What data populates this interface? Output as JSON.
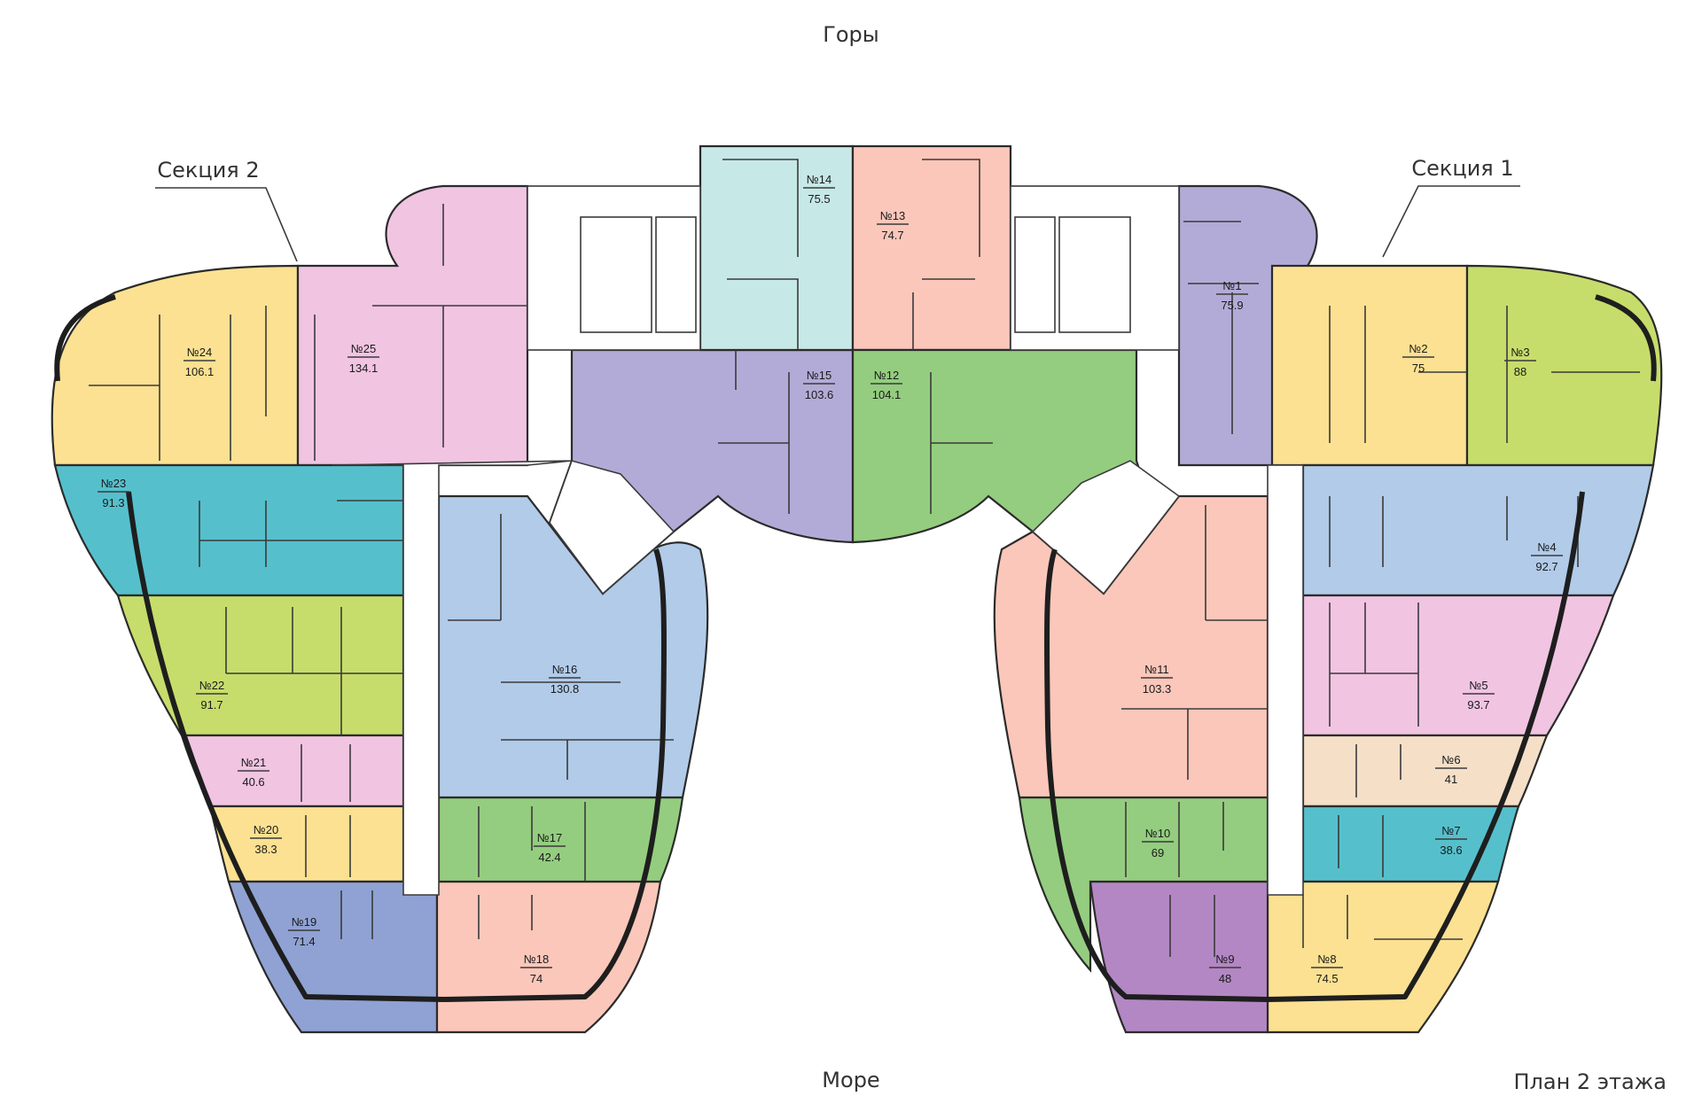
{
  "labels": {
    "top": "Горы",
    "bottom": "Море",
    "section_left": "Секция 2",
    "section_right": "Секция 1",
    "plan_title": "План 2 этажа"
  },
  "colors": {
    "yellow": "#fbe191",
    "pink": "#f1c4e2",
    "teal": "#55c0cc",
    "lime": "#c6dd6b",
    "navy": "#8fa2d3",
    "salmon": "#fbc7ba",
    "lightblue": "#b1cbe9",
    "green": "#94cd7f",
    "purple": "#b3abd7",
    "mint": "#c6e8e6",
    "beige": "#f5dfc7",
    "magenta": "#b387c4"
  },
  "apartments": [
    {
      "no": "№1",
      "area": "75.9",
      "color": "purple"
    },
    {
      "no": "№2",
      "area": "75",
      "color": "yellow"
    },
    {
      "no": "№3",
      "area": "88",
      "color": "lime"
    },
    {
      "no": "№4",
      "area": "92.7",
      "color": "lightblue"
    },
    {
      "no": "№5",
      "area": "93.7",
      "color": "pink"
    },
    {
      "no": "№6",
      "area": "41",
      "color": "beige"
    },
    {
      "no": "№7",
      "area": "38.6",
      "color": "teal"
    },
    {
      "no": "№8",
      "area": "74.5",
      "color": "yellow"
    },
    {
      "no": "№9",
      "area": "48",
      "color": "magenta"
    },
    {
      "no": "№10",
      "area": "69",
      "color": "green"
    },
    {
      "no": "№11",
      "area": "103.3",
      "color": "salmon"
    },
    {
      "no": "№12",
      "area": "104.1",
      "color": "green"
    },
    {
      "no": "№13",
      "area": "74.7",
      "color": "salmon"
    },
    {
      "no": "№14",
      "area": "75.5",
      "color": "mint"
    },
    {
      "no": "№15",
      "area": "103.6",
      "color": "purple"
    },
    {
      "no": "№16",
      "area": "130.8",
      "color": "lightblue"
    },
    {
      "no": "№17",
      "area": "42.4",
      "color": "green"
    },
    {
      "no": "№18",
      "area": "74",
      "color": "salmon"
    },
    {
      "no": "№19",
      "area": "71.4",
      "color": "navy"
    },
    {
      "no": "№20",
      "area": "38.3",
      "color": "yellow"
    },
    {
      "no": "№21",
      "area": "40.6",
      "color": "pink"
    },
    {
      "no": "№22",
      "area": "91.7",
      "color": "lime"
    },
    {
      "no": "№23",
      "area": "91.3",
      "color": "teal"
    },
    {
      "no": "№24",
      "area": "106.1",
      "color": "yellow"
    },
    {
      "no": "№25",
      "area": "134.1",
      "color": "pink"
    }
  ]
}
